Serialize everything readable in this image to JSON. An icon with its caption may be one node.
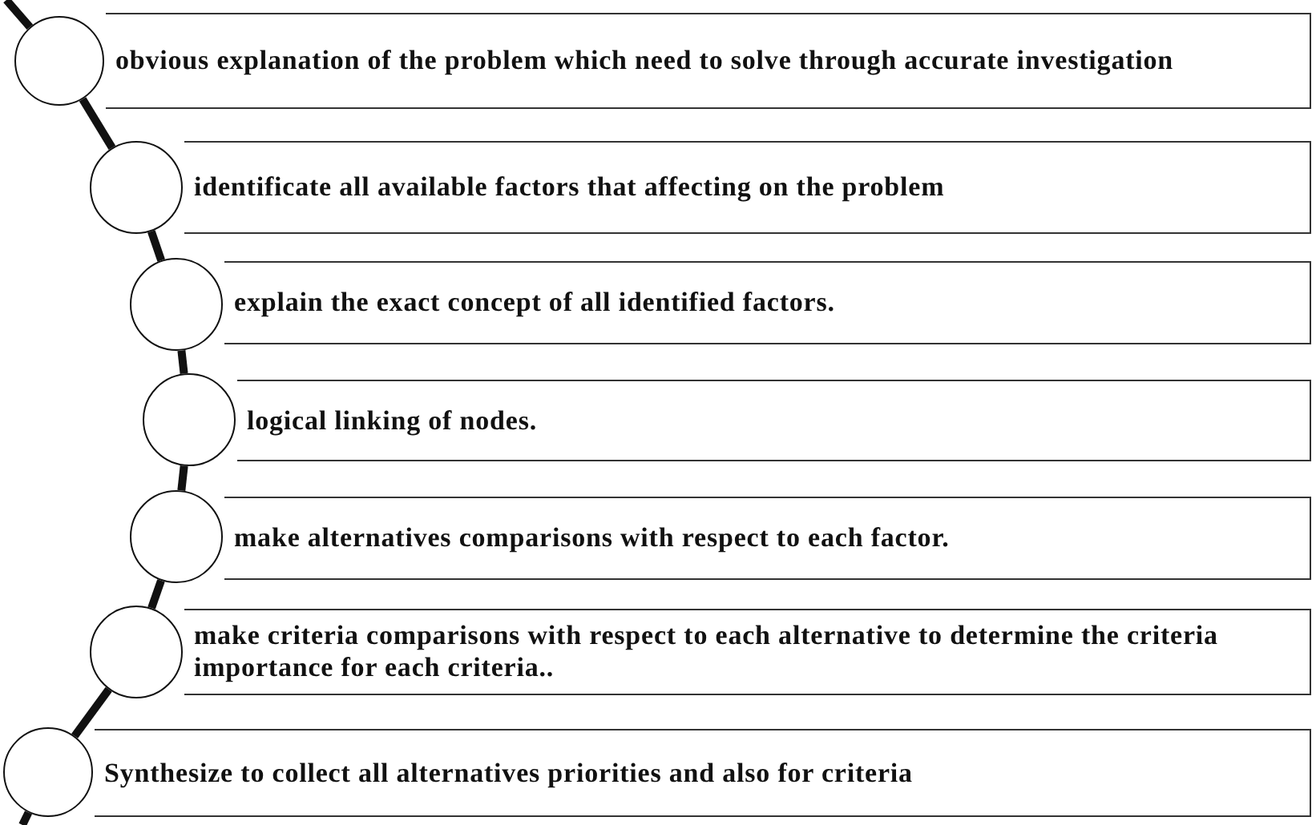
{
  "diagram": {
    "nodes": [
      {
        "text": [],
        "shape": "circle"
      },
      {
        "text": [
          "obvious explanation of the problem which need to solve through accurate investigation"
        ]
      },
      {
        "text": [],
        "shape": "circle"
      },
      {
        "text": [
          "identificate all available factors that affecting on the problem"
        ]
      },
      {
        "text": [],
        "shape": "circle"
      },
      {
        "text": [
          "explain the exact concept of all identified factors."
        ]
      },
      {
        "text": [],
        "shape": "circle"
      },
      {
        "text": [
          "logical linking of nodes."
        ]
      },
      {
        "text": [],
        "shape": "circle"
      },
      {
        "text": [
          "make alternatives comparisons with respect to each factor."
        ]
      },
      {
        "text": [],
        "shape": "circle"
      },
      {
        "text": [
          "make criteria comparisons with respect to each alternative to determine the criteria importance for each criteria.."
        ]
      },
      {
        "text": [],
        "shape": "circle"
      },
      {
        "text": [
          "Synthesize to collect all alternatives priorities and also for criteria"
        ]
      }
    ],
    "edges": [
      {
        "from": null,
        "to": 0,
        "arrow": "none"
      },
      {
        "from": 0,
        "to": 2,
        "arrow": "none"
      },
      {
        "from": 2,
        "to": 4,
        "arrow": "none"
      },
      {
        "from": 4,
        "to": 6,
        "arrow": "none"
      },
      {
        "from": 6,
        "to": 8,
        "arrow": "none"
      },
      {
        "from": 8,
        "to": 10,
        "arrow": "none"
      },
      {
        "from": 10,
        "to": 12,
        "arrow": "none"
      },
      {
        "from": 12,
        "to": null,
        "arrow": "none"
      }
    ]
  }
}
